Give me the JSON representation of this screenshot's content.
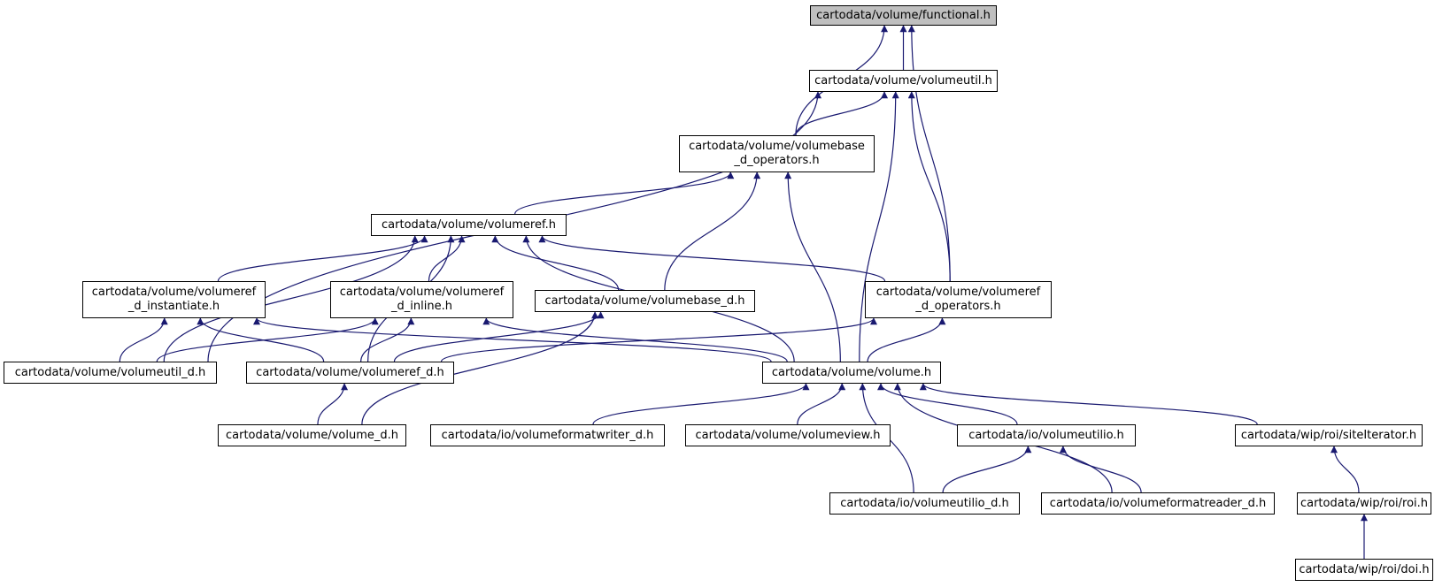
{
  "colors": {
    "edge": "#191970",
    "node_border": "#000000",
    "root_fill": "#bfbfbf",
    "node_fill": "#ffffff"
  },
  "nodes": {
    "functional": {
      "lines": [
        "cartodata/volume/functional.h"
      ]
    },
    "volumeutil": {
      "lines": [
        "cartodata/volume/volumeutil.h"
      ]
    },
    "vb_ops": {
      "lines": [
        "cartodata/volume/volumebase",
        "_d_operators.h"
      ]
    },
    "volumeref": {
      "lines": [
        "cartodata/volume/volumeref.h"
      ]
    },
    "vr_inst": {
      "lines": [
        "cartodata/volume/volumeref",
        "_d_instantiate.h"
      ]
    },
    "vr_inline": {
      "lines": [
        "cartodata/volume/volumeref",
        "_d_inline.h"
      ]
    },
    "vb_d": {
      "lines": [
        "cartodata/volume/volumebase_d.h"
      ]
    },
    "vr_ops": {
      "lines": [
        "cartodata/volume/volumeref",
        "_d_operators.h"
      ]
    },
    "vu_d": {
      "lines": [
        "cartodata/volume/volumeutil_d.h"
      ]
    },
    "vr_d": {
      "lines": [
        "cartodata/volume/volumeref_d.h"
      ]
    },
    "volume": {
      "lines": [
        "cartodata/volume/volume.h"
      ]
    },
    "volume_d": {
      "lines": [
        "cartodata/volume/volume_d.h"
      ]
    },
    "vfw_d": {
      "lines": [
        "cartodata/io/volumeformatwriter_d.h"
      ]
    },
    "volumeview": {
      "lines": [
        "cartodata/volume/volumeview.h"
      ]
    },
    "volumeutilio": {
      "lines": [
        "cartodata/io/volumeutilio.h"
      ]
    },
    "siteiter": {
      "lines": [
        "cartodata/wip/roi/siteIterator.h"
      ]
    },
    "vuio_d": {
      "lines": [
        "cartodata/io/volumeutilio_d.h"
      ]
    },
    "vfr_d": {
      "lines": [
        "cartodata/io/volumeformatreader_d.h"
      ]
    },
    "roi": {
      "lines": [
        "cartodata/wip/roi/roi.h"
      ]
    },
    "doi": {
      "lines": [
        "cartodata/wip/roi/doi.h"
      ]
    }
  },
  "edges": [
    [
      "volumeutil",
      "functional"
    ],
    [
      "vb_ops",
      "functional"
    ],
    [
      "vr_ops",
      "functional"
    ],
    [
      "vb_ops",
      "volumeutil"
    ],
    [
      "vu_d",
      "volumeutil"
    ],
    [
      "vr_ops",
      "volumeutil"
    ],
    [
      "volume",
      "volumeutil"
    ],
    [
      "volumeref",
      "vb_ops"
    ],
    [
      "vb_d",
      "vb_ops"
    ],
    [
      "volume",
      "vb_ops"
    ],
    [
      "vr_inst",
      "volumeref"
    ],
    [
      "vr_inline",
      "volumeref"
    ],
    [
      "vb_d",
      "volumeref"
    ],
    [
      "vr_ops",
      "volumeref"
    ],
    [
      "vu_d",
      "volumeref"
    ],
    [
      "vr_d",
      "volumeref"
    ],
    [
      "volume",
      "volumeref"
    ],
    [
      "vu_d",
      "vr_inst"
    ],
    [
      "vr_d",
      "vr_inst"
    ],
    [
      "vu_d",
      "vr_inline"
    ],
    [
      "vr_d",
      "vr_inline"
    ],
    [
      "vr_d",
      "vb_d"
    ],
    [
      "volume_d",
      "vb_d"
    ],
    [
      "vr_d",
      "vr_ops"
    ],
    [
      "volume",
      "vr_ops"
    ],
    [
      "volume",
      "vr_inst"
    ],
    [
      "volume",
      "vr_inline"
    ],
    [
      "volume_d",
      "vr_d"
    ],
    [
      "vfw_d",
      "volume"
    ],
    [
      "volumeview",
      "volume"
    ],
    [
      "volumeutilio",
      "volume"
    ],
    [
      "siteiter",
      "volume"
    ],
    [
      "vuio_d",
      "volume"
    ],
    [
      "vfr_d",
      "volume"
    ],
    [
      "vuio_d",
      "volumeutilio"
    ],
    [
      "vfr_d",
      "volumeutilio"
    ],
    [
      "roi",
      "siteiter"
    ],
    [
      "doi",
      "roi"
    ]
  ]
}
